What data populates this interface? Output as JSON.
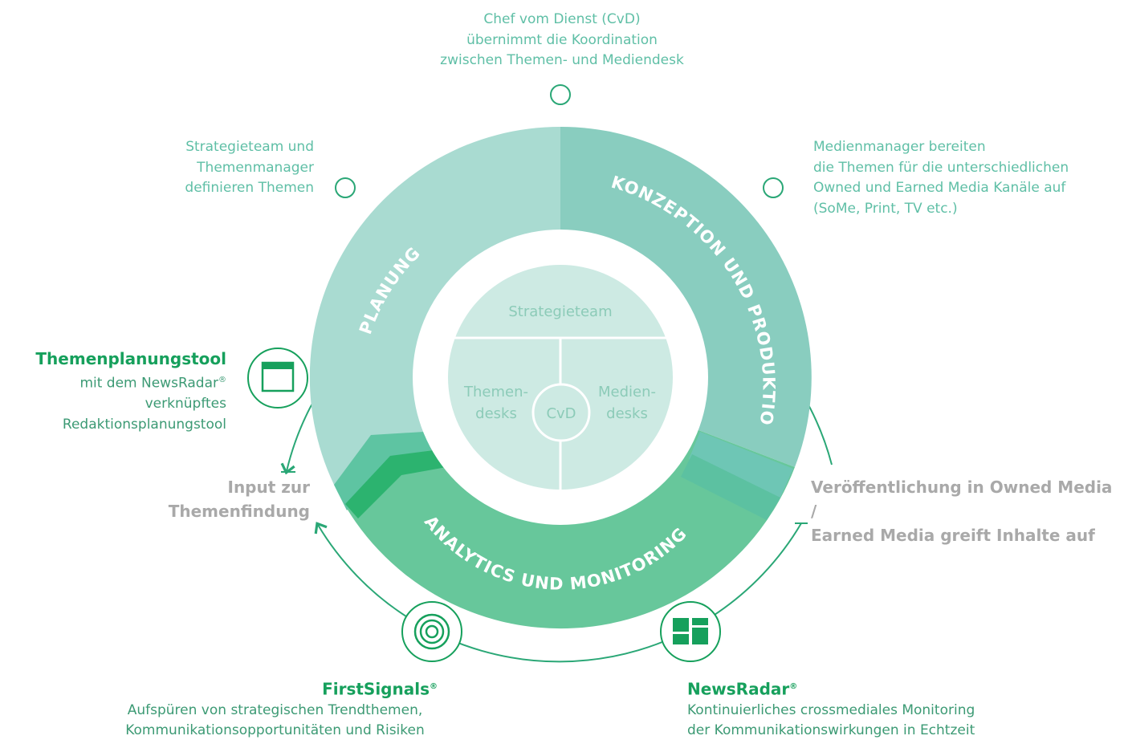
{
  "sections": {
    "planung": "PLANUNG",
    "konzeption": "KONZEPTION UND PRODUKTION",
    "analytics": "ANALYTICS UND MONITORING"
  },
  "inner": {
    "strategieteam": "Strategieteam",
    "themendesks_1": "Themen-",
    "themendesks_2": "desks",
    "mediendesks_1": "Medien-",
    "mediendesks_2": "desks",
    "cvd": "CvD"
  },
  "annotations": {
    "top": [
      "Chef vom Dienst (CvD)",
      "übernimmt die Koordination",
      "zwischen Themen- und Mediendesk"
    ],
    "top_left": [
      "Strategieteam und",
      "Themenmanager",
      "definieren Themen"
    ],
    "top_right": [
      "Medienmanager bereiten",
      "die Themen für die unterschiedlichen",
      "Owned und Earned Media Kanäle auf",
      "(SoMe, Print, TV etc.)"
    ]
  },
  "flow": {
    "left": [
      "Input zur",
      "Themenfindung"
    ],
    "right": [
      "Veröffentlichung in Owned Media /",
      "Earned Media greift Inhalte auf"
    ]
  },
  "tools": {
    "themenplanung": {
      "name": "Themenplanungstool",
      "desc_pre": "mit dem NewsRadar",
      "desc_sup": "®",
      "desc_post": " verknüpftes",
      "desc_line2": "Redaktionsplanungstool"
    },
    "firstsignals": {
      "name": "FirstSignals",
      "sup": "®",
      "desc": [
        "Aufspüren von strategischen Trendthemen,",
        "Kommunikationsopportunitäten und Risiken"
      ]
    },
    "newsradar": {
      "name": "NewsRadar",
      "sup": "®",
      "desc": [
        "Kontinuierliches crossmediales Monitoring",
        "der Kommunikationswirkungen in Echtzeit"
      ]
    }
  },
  "colors": {
    "planung": "#a9dbd1",
    "konzeption": "#89cdbf",
    "analytics": "#67c79b",
    "inner_disc": "#cdeae3",
    "outline": "#2aa776",
    "accent": "#16a05c"
  }
}
